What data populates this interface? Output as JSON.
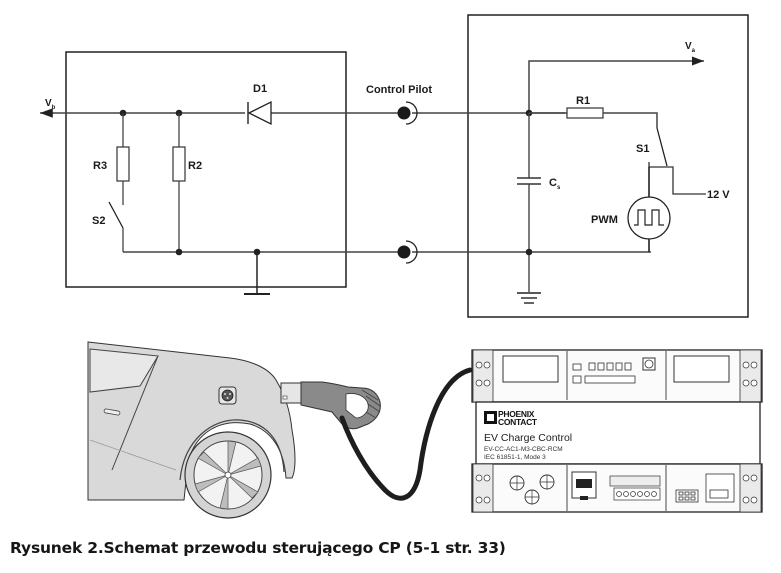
{
  "figure": {
    "caption": "Rysunek 2.Schemat przewodu sterującego CP (5-1 str. 33)"
  },
  "schematic": {
    "vehicle_side": {
      "voltage_label": "V",
      "voltage_subscript": "b",
      "diode_label": "D1",
      "resistor_r3_label": "R3",
      "resistor_r2_label": "R2",
      "switch_s2_label": "S2"
    },
    "connector": {
      "control_pilot_label": "Control Pilot"
    },
    "charger_side": {
      "voltage_label": "V",
      "voltage_subscript": "a",
      "resistor_r1_label": "R1",
      "switch_s1_label": "S1",
      "supply_label": "12 V",
      "capacitor_label": "C",
      "capacitor_subscript": "s",
      "pwm_label": "PWM"
    }
  },
  "device": {
    "brand_line1": "PHOENIX",
    "brand_line2": "CONTACT",
    "title": "EV Charge Control",
    "model": "EV-CC-AC1-M3-CBC-RCM",
    "standard": "IEC 61851-1, Mode 3"
  }
}
